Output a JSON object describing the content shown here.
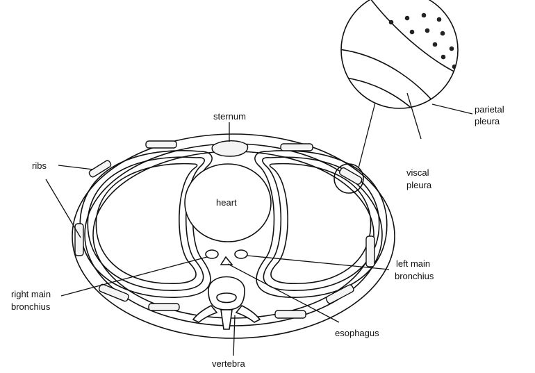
{
  "labels": {
    "sternum": "sternum",
    "ribs": "ribs",
    "heart": "heart",
    "parietal_pleura_line1": "parietal",
    "parietal_pleura_line2": "pleura",
    "visceral_pleura_line1": "viscal",
    "visceral_pleura_line2": "pleura",
    "left_main_bronchius_line1": "left main",
    "left_main_bronchius_line2": "bronchius",
    "right_main_bronchius_line1": "right main",
    "right_main_bronchius_line2": "bronchius",
    "esophagus": "esophagus",
    "vertebra": "vertebra"
  }
}
